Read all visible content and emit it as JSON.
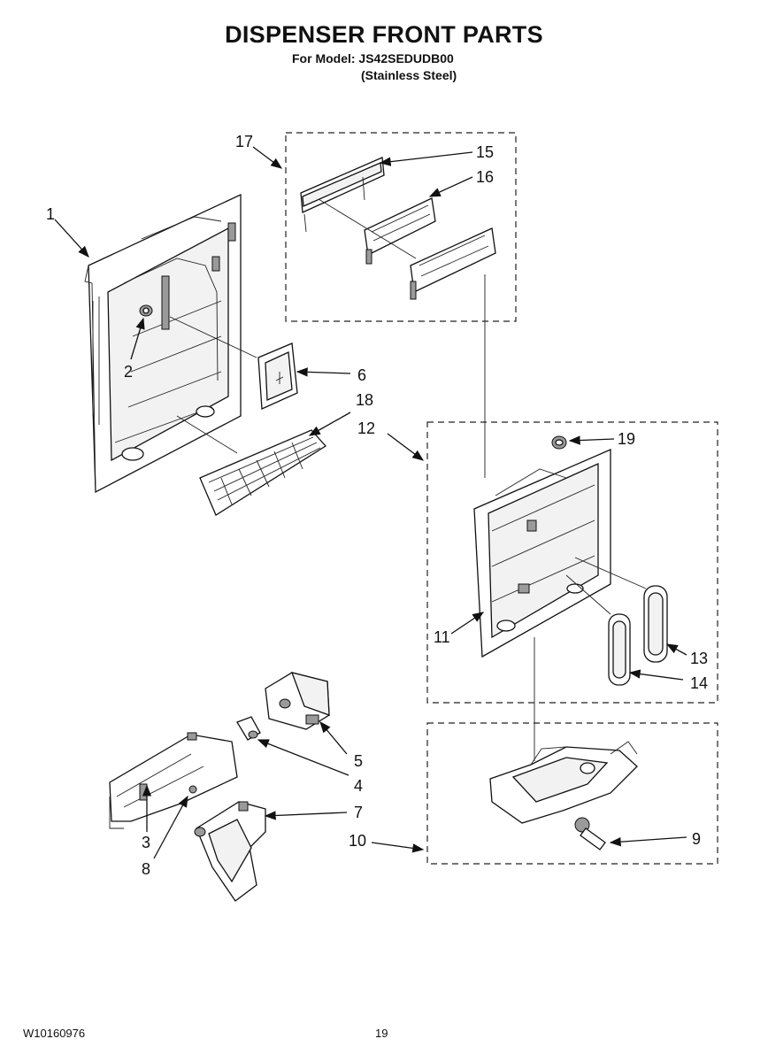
{
  "header": {
    "title": "DISPENSER FRONT PARTS",
    "model_line": "For Model: JS42SEDUDB00",
    "variant_line": "(Stainless Steel)"
  },
  "footer": {
    "doc_number": "W10160976",
    "page_number": "19"
  },
  "callouts": [
    "1",
    "2",
    "3",
    "4",
    "5",
    "6",
    "7",
    "8",
    "9",
    "10",
    "11",
    "12",
    "13",
    "14",
    "15",
    "16",
    "17",
    "18",
    "19"
  ]
}
